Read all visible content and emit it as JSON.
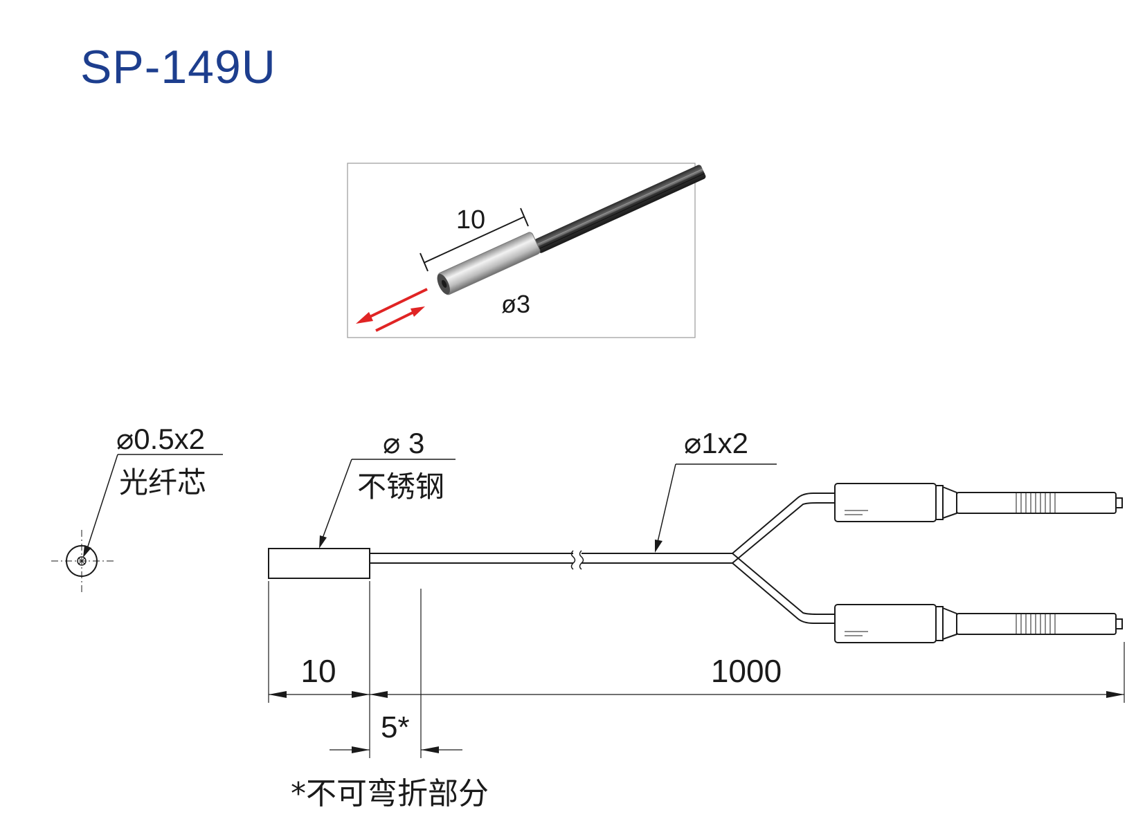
{
  "title": "SP-149U",
  "colors": {
    "title": "#1d3e8e",
    "arrow": "#e02424",
    "line": "#1a1a1a"
  },
  "photo": {
    "length_label": "10",
    "diameter_label": "ø3"
  },
  "callouts": {
    "core_dim": "⌀0.5x2",
    "core_name": "光纤芯",
    "tube_dim": "⌀ 3",
    "tube_material": "不锈钢",
    "fiber_dim": "⌀1x2"
  },
  "dimensions": {
    "head_length": "10",
    "cable_length": "1000",
    "nonbend_length": "5*"
  },
  "footnote": "*不可弯折部分"
}
